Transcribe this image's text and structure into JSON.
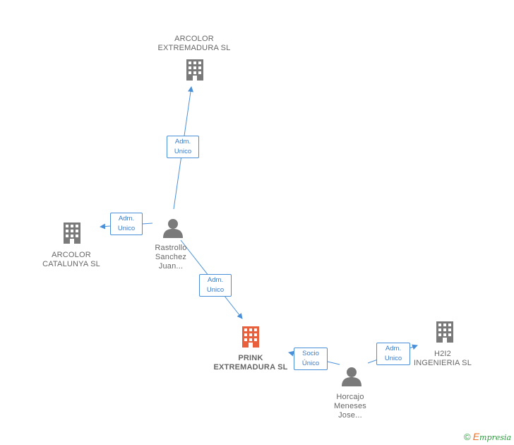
{
  "nodes": {
    "arcolor_extremadura": {
      "line1": "ARCOLOR",
      "line2": "EXTREMADURA SL"
    },
    "arcolor_catalunya": {
      "line1": "ARCOLOR",
      "line2": "CATALUNYA SL"
    },
    "rastrollo": {
      "line1": "Rastrollo",
      "line2": "Sanchez",
      "line3": "Juan..."
    },
    "prink": {
      "line1": "PRINK",
      "line2": "EXTREMADURA SL"
    },
    "horcajo": {
      "line1": "Horcajo",
      "line2": "Meneses",
      "line3": "Jose..."
    },
    "h2i2": {
      "line1": "H2I2",
      "line2": "INGENIERIA SL"
    }
  },
  "edges": {
    "rastrollo_to_arcolor_extremadura": {
      "line1": "Adm.",
      "line2": "Unico"
    },
    "rastrollo_to_arcolor_catalunya": {
      "line1": "Adm.",
      "line2": "Unico"
    },
    "rastrollo_to_prink": {
      "line1": "Adm.",
      "line2": "Unico"
    },
    "horcajo_to_prink": {
      "line1": "Socio",
      "line2": "Único"
    },
    "horcajo_to_h2i2": {
      "line1": "Adm.",
      "line2": "Unico"
    }
  },
  "footer": {
    "copyright": "©",
    "brand_initial": "E",
    "brand_rest": "mpresia"
  },
  "colors": {
    "building_gray": "#7a7a7a",
    "building_highlight": "#e8603c",
    "person": "#7a7a7a",
    "edge": "#4a90d9"
  }
}
